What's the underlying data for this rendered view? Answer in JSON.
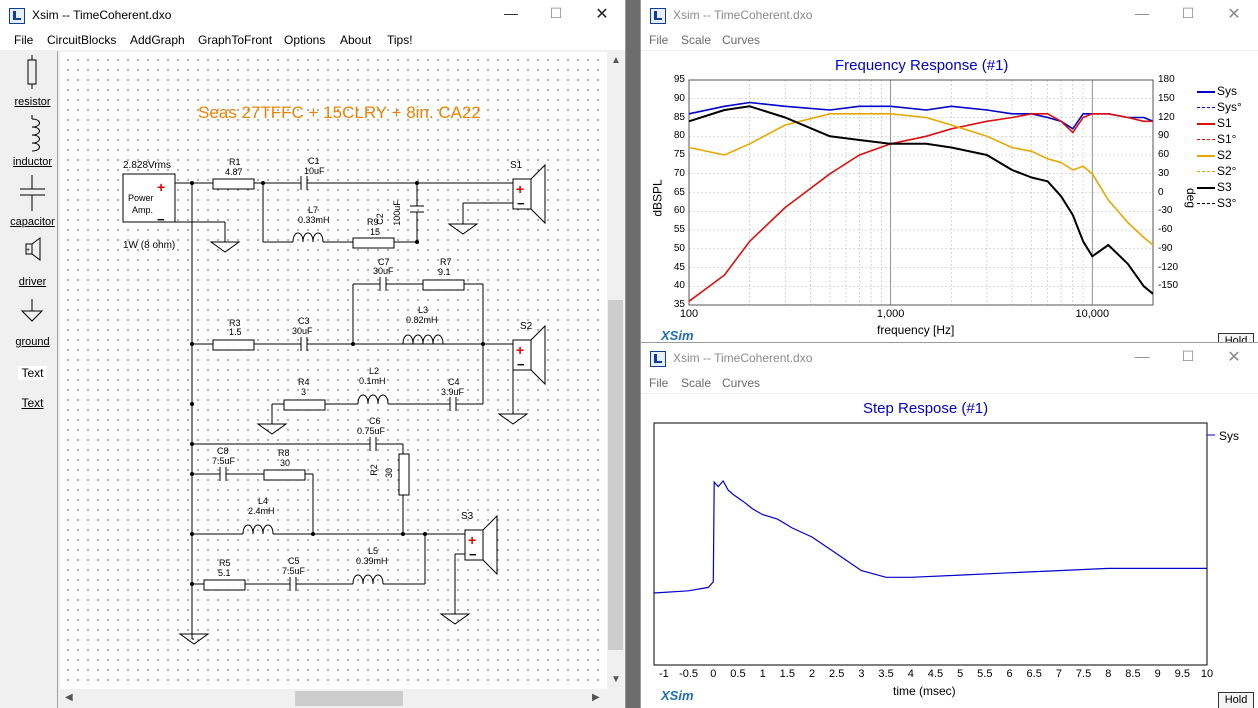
{
  "windows": {
    "main": {
      "title": "Xsim -- TimeCoherent.dxo",
      "menu": [
        "File",
        "CircuitBlocks",
        "AddGraph",
        "GraphToFront",
        "Options",
        "About",
        "Tips!"
      ],
      "toolbox": [
        {
          "label": "resistor",
          "icon": "resistor-icon"
        },
        {
          "label": "inductor",
          "icon": "inductor-icon"
        },
        {
          "label": "capacitor",
          "icon": "capacitor-icon"
        },
        {
          "label": "driver",
          "icon": "driver-icon"
        },
        {
          "label": "ground",
          "icon": "ground-icon"
        },
        {
          "label": "Text",
          "icon": "text-icon"
        },
        {
          "label": "Text",
          "icon": "text-icon"
        }
      ],
      "schematic": {
        "title": "Seas 27TFFC + 15CLRY + 8in. CA22",
        "title_color": "#f08000",
        "source": {
          "voltage": "2.828Vrms",
          "line1": "Power",
          "line2": "Amp.",
          "power": "1W (8 ohm)"
        },
        "drivers": [
          "S1",
          "S2",
          "S3"
        ],
        "components": [
          {
            "name": "R1",
            "value": "4.87"
          },
          {
            "name": "C1",
            "value": "10uF"
          },
          {
            "name": "L7",
            "value": "0.33mH"
          },
          {
            "name": "R9",
            "value": "15"
          },
          {
            "name": "C2",
            "value": "100uF"
          },
          {
            "name": "C7",
            "value": "30uF"
          },
          {
            "name": "R7",
            "value": "9.1"
          },
          {
            "name": "L3",
            "value": "0.82mH"
          },
          {
            "name": "R3",
            "value": "1.5"
          },
          {
            "name": "C3",
            "value": "30uF"
          },
          {
            "name": "L2",
            "value": "0.1mH"
          },
          {
            "name": "R4",
            "value": "3"
          },
          {
            "name": "C4",
            "value": "3.9uF"
          },
          {
            "name": "C6",
            "value": "0.75uF"
          },
          {
            "name": "C8",
            "value": "7.5uF"
          },
          {
            "name": "R8",
            "value": "30"
          },
          {
            "name": "R2",
            "value": "30"
          },
          {
            "name": "L4",
            "value": "2.4mH"
          },
          {
            "name": "R5",
            "value": "5.1"
          },
          {
            "name": "C5",
            "value": "7.5uF"
          },
          {
            "name": "L5",
            "value": "0.39mH"
          }
        ]
      }
    },
    "freq": {
      "title": "Xsim -- TimeCoherent.dxo",
      "menu": [
        "File",
        "Scale",
        "Curves"
      ],
      "plot_title": "Frequency Response (#1)",
      "ylabel": "dBSPL",
      "ylabel2": "deg",
      "xlabel": "frequency [Hz]",
      "yticks": [
        "95",
        "90",
        "85",
        "80",
        "75",
        "70",
        "65",
        "60",
        "55",
        "50",
        "45",
        "40",
        "35"
      ],
      "yticks2": [
        "180",
        "150",
        "120",
        "90",
        "60",
        "30",
        "0",
        "-30",
        "-60",
        "-90",
        "-120",
        "-150"
      ],
      "xticks": [
        "100",
        "1,000",
        "10,000"
      ],
      "legend": [
        {
          "label": "Sys",
          "color": "#0000cc",
          "style": "solid"
        },
        {
          "label": "Sys°",
          "color": "#0000cc",
          "style": "dashed"
        },
        {
          "label": "S1",
          "color": "#dd1111",
          "style": "solid"
        },
        {
          "label": "S1°",
          "color": "#dd1111",
          "style": "dashed"
        },
        {
          "label": "S2",
          "color": "#e6a800",
          "style": "solid"
        },
        {
          "label": "S2°",
          "color": "#e6a800",
          "style": "dashed"
        },
        {
          "label": "S3",
          "color": "#000000",
          "style": "solid"
        },
        {
          "label": "S3°",
          "color": "#000000",
          "style": "dashed"
        }
      ],
      "brand": "XSim",
      "hold": "Hold",
      "chart_data": {
        "type": "line",
        "title": "Frequency Response (#1)",
        "xlabel": "frequency [Hz]",
        "ylabel": "dBSPL",
        "y2label": "deg",
        "xscale": "log",
        "xlim": [
          100,
          20000
        ],
        "ylim": [
          35,
          95
        ],
        "y2lim": [
          -180,
          180
        ],
        "grid": true,
        "legend_position": "right",
        "x": [
          100,
          150,
          200,
          300,
          500,
          700,
          1000,
          1500,
          2000,
          3000,
          4000,
          5000,
          6000,
          7000,
          8000,
          9000,
          10000,
          12000,
          15000,
          18000,
          20000
        ],
        "series": [
          {
            "name": "Sys",
            "axis": "left",
            "values": [
              86,
              88,
              89,
              88,
              87,
              88,
              88,
              87,
              88,
              87,
              86,
              86,
              85,
              84,
              82,
              86,
              86,
              86,
              85,
              85,
              84
            ]
          },
          {
            "name": "S1",
            "axis": "left",
            "values": [
              36,
              43,
              52,
              61,
              70,
              75,
              78,
              80,
              82,
              84,
              85,
              86,
              86,
              84,
              81,
              85,
              86,
              86,
              85,
              84,
              84
            ]
          },
          {
            "name": "S2",
            "axis": "left",
            "values": [
              77,
              75,
              78,
              83,
              86,
              86,
              86,
              85,
              83,
              80,
              77,
              76,
              74,
              73,
              71,
              72,
              70,
              63,
              57,
              53,
              51
            ]
          },
          {
            "name": "S3",
            "axis": "left",
            "values": [
              84,
              87,
              88,
              85,
              80,
              79,
              78,
              78,
              77,
              75,
              71,
              69,
              68,
              64,
              59,
              52,
              48,
              51,
              46,
              40,
              38
            ]
          }
        ]
      }
    },
    "step": {
      "title": "Xsim -- TimeCoherent.dxo",
      "menu": [
        "File",
        "Scale",
        "Curves"
      ],
      "plot_title": "Step Respose (#1)",
      "xlabel": "time (msec)",
      "xticks": [
        "-1",
        "-0.5",
        "0",
        "0.5",
        "1",
        "1.5",
        "2",
        "2.5",
        "3",
        "3.5",
        "4",
        "4.5",
        "5",
        "5.5",
        "6",
        "6.5",
        "7",
        "7.5",
        "8",
        "8.5",
        "9",
        "9.5",
        "10"
      ],
      "legend": [
        {
          "label": "Sys",
          "color": "#0000cc"
        }
      ],
      "brand": "XSim",
      "hold": "Hold",
      "chart_data": {
        "type": "line",
        "title": "Step Respose (#1)",
        "xlabel": "time (msec)",
        "xlim": [
          -1.2,
          10
        ],
        "grid": false,
        "legend_position": "top-right",
        "x": [
          -1.2,
          -0.5,
          -0.1,
          0,
          0.02,
          0.1,
          0.2,
          0.3,
          0.4,
          0.6,
          0.8,
          1.0,
          1.3,
          1.6,
          2.0,
          2.5,
          3.0,
          3.5,
          4.0,
          5.0,
          6.0,
          7.0,
          8.0,
          9.0,
          10.0
        ],
        "series": [
          {
            "name": "Sys",
            "values": [
              0,
              0.02,
              0.05,
              0.1,
              0.99,
              0.95,
              1.0,
              0.92,
              0.88,
              0.82,
              0.75,
              0.7,
              0.66,
              0.58,
              0.5,
              0.35,
              0.2,
              0.14,
              0.14,
              0.16,
              0.18,
              0.2,
              0.22,
              0.22,
              0.22
            ]
          }
        ]
      }
    }
  }
}
